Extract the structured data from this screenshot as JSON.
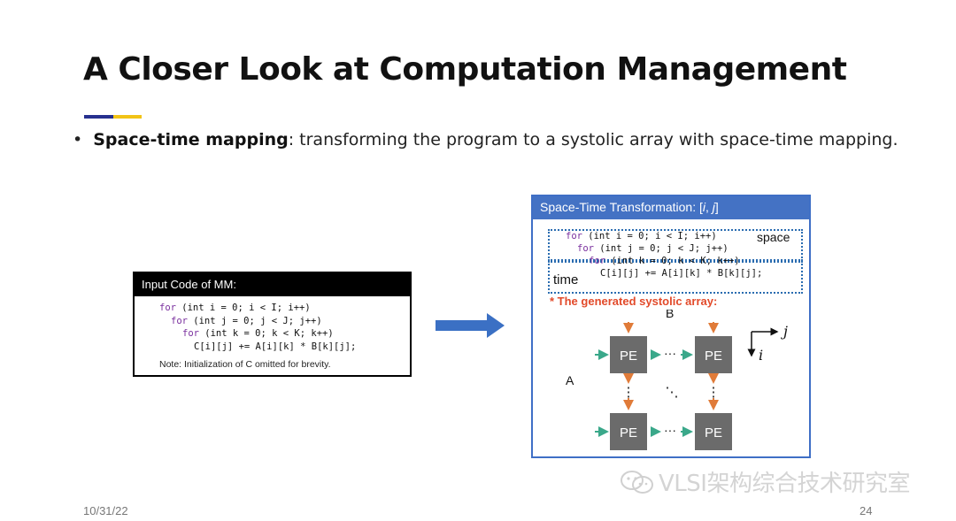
{
  "slide": {
    "title": "A Closer Look at Computation Management",
    "bullet": {
      "term": "Space-time mapping",
      "text": ": transforming the program to a systolic array with space-time mapping."
    },
    "accent_colors": {
      "blue": "#27308f",
      "yellow": "#f2c316"
    }
  },
  "input_code": {
    "header": "Input Code of MM:",
    "lines": [
      {
        "kw": "for",
        "rest": " (int i = 0; i < I; i++)"
      },
      {
        "kw": "for",
        "rest": " (int j = 0; j < J; j++)"
      },
      {
        "kw": "for",
        "rest": " (int k = 0; k < K; k++)"
      },
      {
        "kw": "",
        "rest": "C[i][j] += A[i][k] * B[k][j];"
      }
    ],
    "note": "Note: Initialization of C omitted for brevity."
  },
  "transformation": {
    "header": "Space-Time Transformation: [i, j]",
    "lines": [
      {
        "kw": "for",
        "rest": " (int i = 0; i < I; i++)"
      },
      {
        "kw": "for",
        "rest": " (int j = 0; j < J; j++)"
      },
      {
        "kw": "for",
        "rest": " (int k = 0; k < K; k++)"
      },
      {
        "kw": "",
        "rest": "C[i][j] += A[i][k] * B[k][j];"
      }
    ],
    "space_label": "space",
    "time_label": "time",
    "generated_label": "* The generated systolic array:",
    "label_a": "A",
    "label_b": "B",
    "axis_j": "j",
    "axis_i": "i",
    "pe_label": "PE",
    "ellipsis_h": "···",
    "ellipsis_v": "⋮",
    "ellipsis_d": "⋱",
    "colors": {
      "header": "#4472c4",
      "pe": "#6b6b6b",
      "arrow_orange": "#e07b39",
      "arrow_green": "#3aa88a",
      "generated": "#e24a2a"
    }
  },
  "watermark": {
    "icon": "wechat-icon",
    "text": "VLSI架构综合技术研究室"
  },
  "footer": {
    "date": "10/31/22",
    "page": "24"
  }
}
